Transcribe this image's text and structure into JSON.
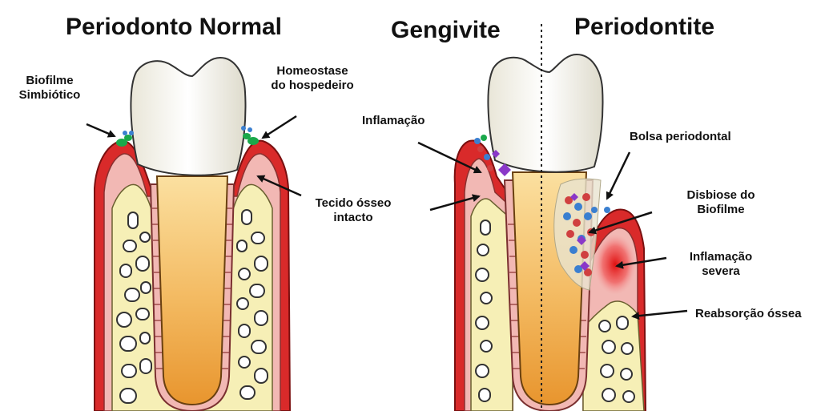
{
  "titles": {
    "normal": "Periodonto Normal",
    "gingivitis": "Gengivite",
    "periodontitis": "Periodontite"
  },
  "labels": {
    "biofilm_symbiotic": "Biofilme\nSimbiótico",
    "host_homeostasis": "Homeostase\ndo hospedeiro",
    "intact_bone": "Tecido ósseo\nintacto",
    "inflammation": "Inflamação",
    "periodontal_pocket": "Bolsa periodontal",
    "biofilm_dysbiosis": "Disbiose do\nBiofilme",
    "severe_inflammation": "Inflamação\nsevera",
    "bone_resorption": "Reabsorção óssea"
  },
  "colors": {
    "gingiva": "#d92a2a",
    "gingiva_inner": "#f2b8b4",
    "bone": "#f6efb6",
    "root": "#f0b24e",
    "crown": "#f4f2e8",
    "biofilm_green": "#1aa84a",
    "biofilm_blue": "#3a7fd0",
    "bacteria_purple": "#8a38c8"
  }
}
